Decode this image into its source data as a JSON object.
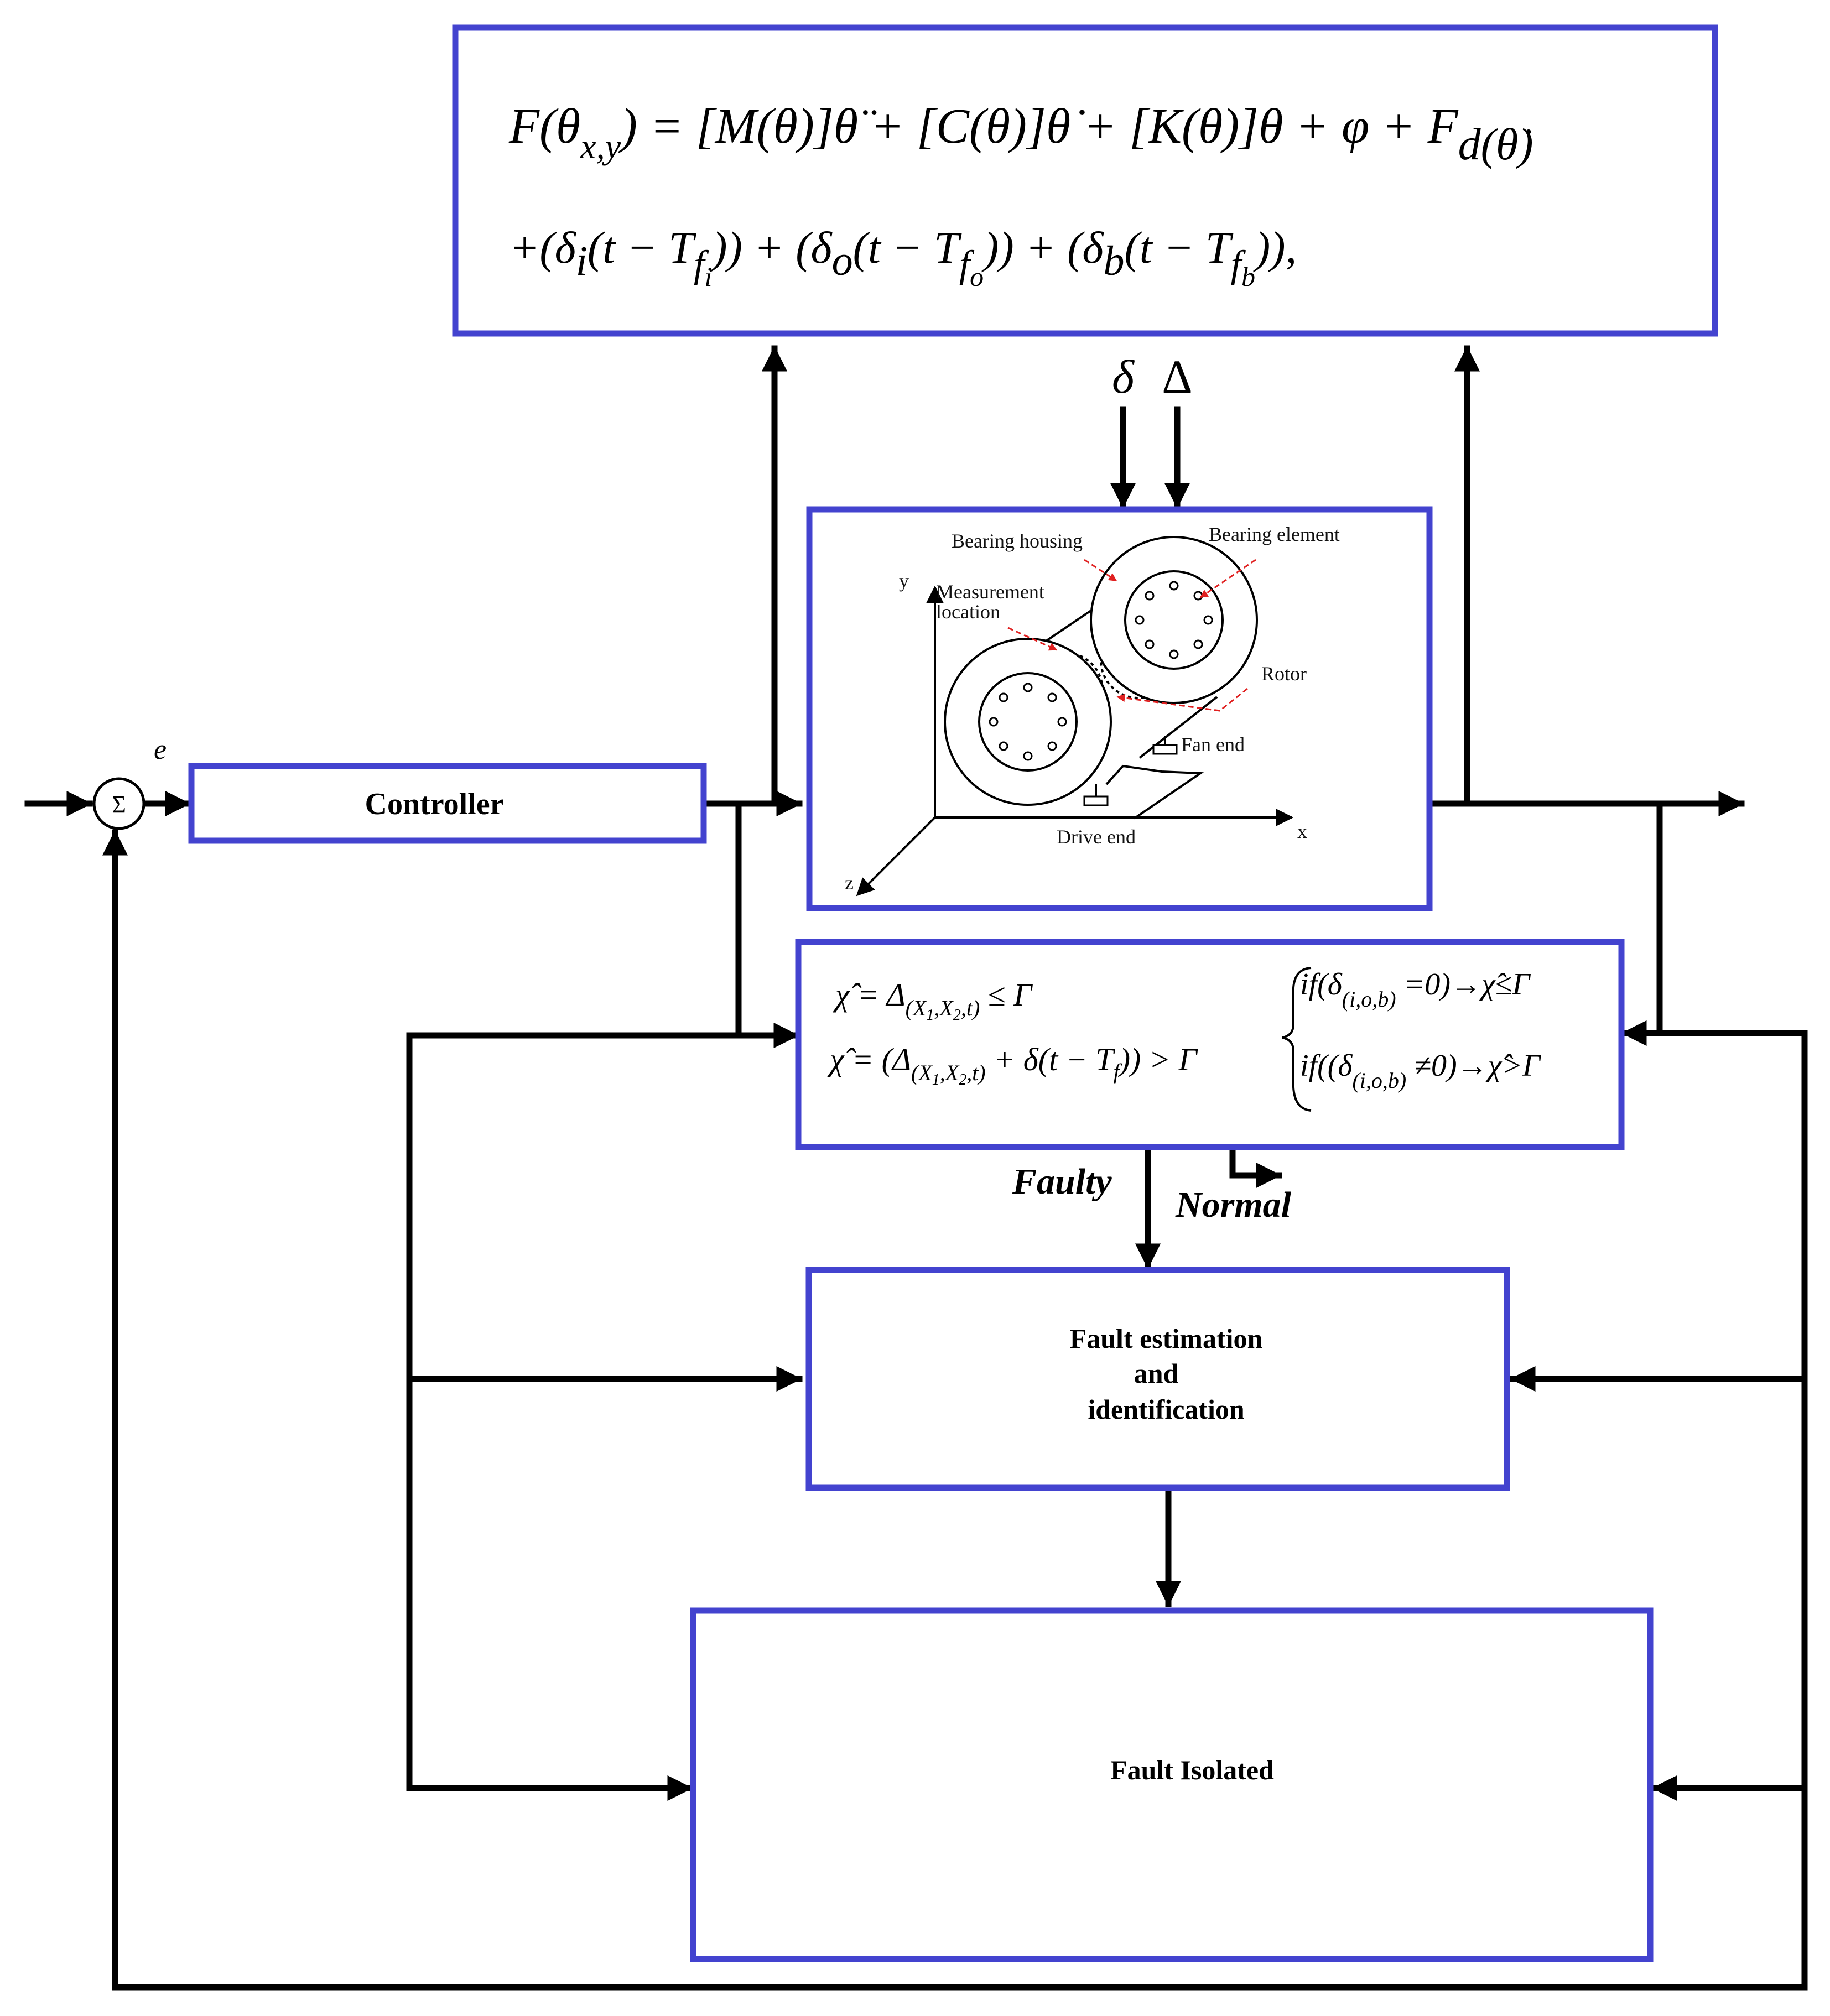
{
  "controller_label": "Controller",
  "sum_symbol": "Σ",
  "error_label": "e",
  "delta_label": "δ",
  "Delta_label": "Δ",
  "model_equation": {
    "line1": "F(θx,y) = [M(θ)]θ̈ + [C(θ)]θ̇ + [K(θ)]θ + φ + Fd(θ̇)",
    "line2": "+(δi(t − Tfi)) + (δo(t − Tfo)) + (δb(t − Tfb)),"
  },
  "bearing_sketch": {
    "labels": {
      "bearing_housing": "Bearing housing",
      "bearing_element": "Bearing element",
      "measurement": "Measurement",
      "location": "location",
      "rotor": "Rotor",
      "fan_end": "Fan end",
      "drive_end": "Drive end",
      "axis_x": "x",
      "axis_y": "y",
      "axis_z": "z"
    }
  },
  "detector": {
    "eq1": "χ̂ = Δ(X1,X2,t) ≤ Γ",
    "eq2": "χ̂ = (Δ(X1,X2,t) + δ(t − Tf)) > Γ",
    "cond1": "if(δ(i,o,b) = 0) → χ̂ ≤ Γ",
    "cond2": "if((δ(i,o,b) ≠ 0) → χ̂ > Γ"
  },
  "faulty_label": "Faulty",
  "normal_label": "Normal",
  "fault_estimation": {
    "line1": "Fault estimation",
    "line2": "and",
    "line3": "identification"
  },
  "fault_isolated_label": "Fault Isolated",
  "colors": {
    "box_border": "#4343cf",
    "wire": "#000000",
    "leader": "#e02020"
  }
}
